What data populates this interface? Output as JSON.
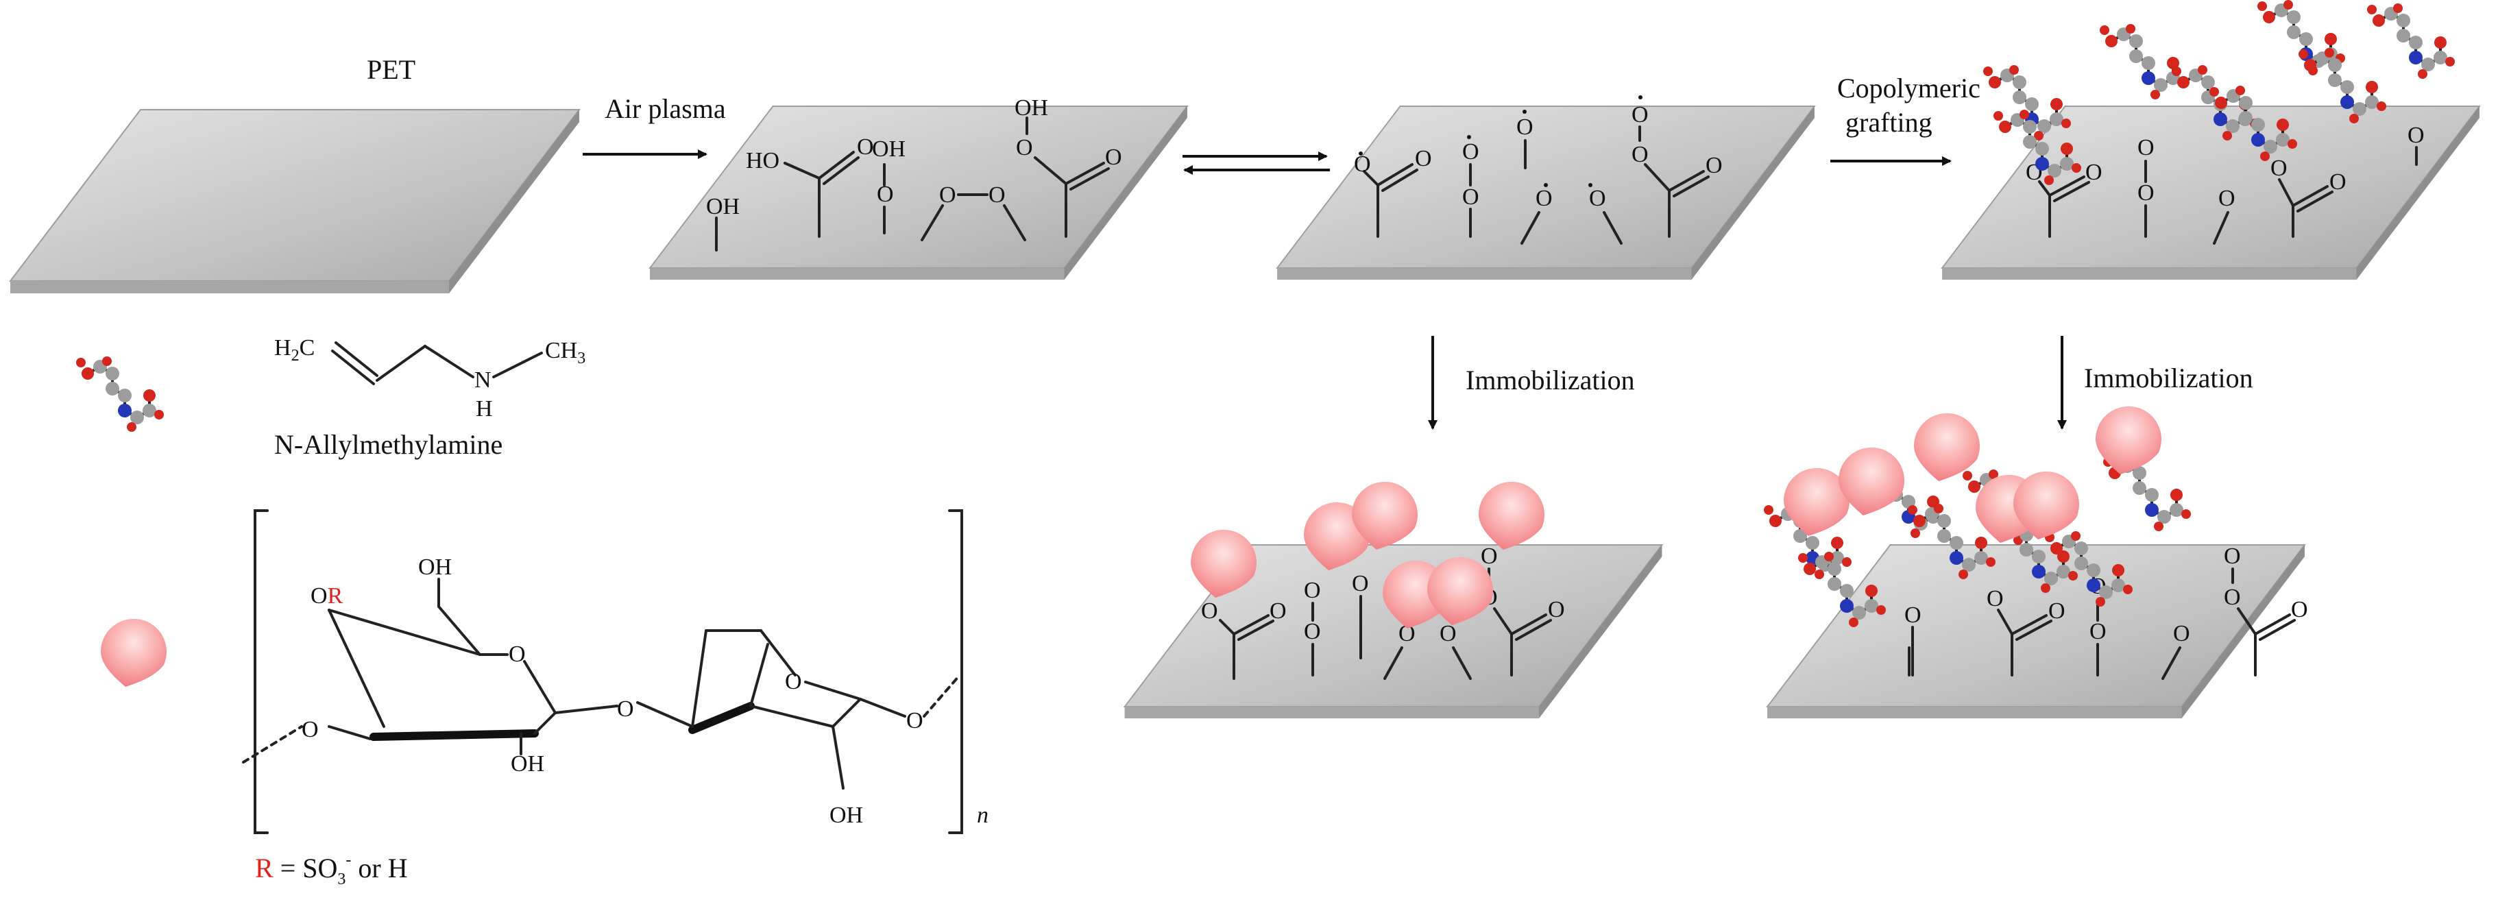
{
  "labels": {
    "pet": "PET",
    "air_plasma": "Air plasma",
    "copolymeric_line1": "Copolymeric",
    "copolymeric_line2": "grafting",
    "immobilization_1": "Immobilization",
    "immobilization_2": "Immobilization",
    "amine_name": "N-Allylmethylamine",
    "r_note_r": "R",
    "r_note_eq": " = SO",
    "r_note_sub": "3",
    "r_note_sup": "-",
    "r_note_tail": " or H",
    "repeat_n": "n"
  },
  "chem": {
    "oh": "OH",
    "o": "O",
    "ho": "HO",
    "r": "R",
    "h2c": "H",
    "h2c_sub": "2",
    "h2c_c": "C",
    "n": "N",
    "h": "H",
    "ch3": "CH",
    "ch3_sub": "3"
  },
  "colors": {
    "plate_top": "#c2c2c2",
    "plate_side": "#9a9a9a",
    "oxygen_atom": "#d4261c",
    "nitrogen_atom": "#2436b8",
    "carbon_atom": "#9c9c9c",
    "drop": "#f7a6a6",
    "r_label": "#e3211c"
  }
}
